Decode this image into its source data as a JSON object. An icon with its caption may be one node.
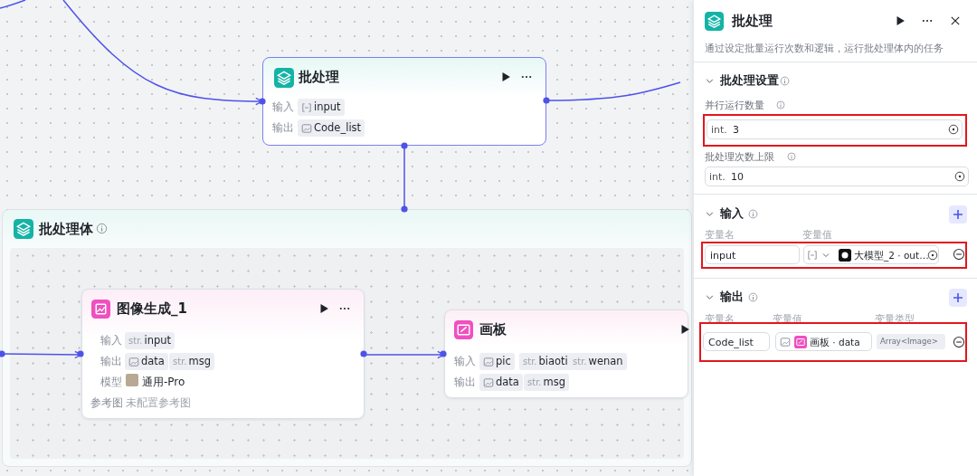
{
  "diagram": {
    "nodes": [
      {
        "text": [
          "批处理",
          "输入",
          "input",
          "输出",
          "Code_list"
        ]
      },
      {
        "text": [
          "批处理体"
        ]
      },
      {
        "text": [
          "图像生成_1",
          "输入",
          "str.",
          "input",
          "输出",
          "data",
          "str.",
          "msg",
          "模型",
          "通用-Pro",
          "参考图",
          "未配置参考图"
        ],
        "in": 1
      },
      {
        "text": [
          "画板",
          "输入",
          "pic",
          "str.",
          "biaoti",
          "str.",
          "wenan",
          "输出",
          "data",
          "str.",
          "msg"
        ],
        "in": 1
      },
      {
        "text": [
          "批处理",
          "通过设定批量运行次数和逻辑，运行批处理体内的任务",
          "批处理设置",
          "并行运行数量",
          "批处理次数上限",
          "int.",
          "10",
          "输入",
          "变量名",
          "变量值",
          "输出",
          "变量名",
          "变量值",
          "变量类型"
        ]
      },
      {
        "text": [
          "int.",
          "3"
        ],
        "in": 4
      },
      {
        "text": [
          "input",
          "大模型_2 · out…"
        ],
        "in": 4
      },
      {
        "text": [
          "Code_list",
          "画板 · data",
          "Array<Image>"
        ],
        "in": 4
      }
    ],
    "edges": [
      {
        "from": null,
        "to": 0,
        "arrow": "to"
      },
      {
        "from": 0,
        "to": null,
        "arrow": "other"
      },
      {
        "from": 0,
        "to": 1,
        "arrow": "other"
      },
      {
        "from": null,
        "to": 2,
        "arrow": "to"
      },
      {
        "from": 2,
        "to": 3,
        "arrow": "to"
      }
    ]
  }
}
